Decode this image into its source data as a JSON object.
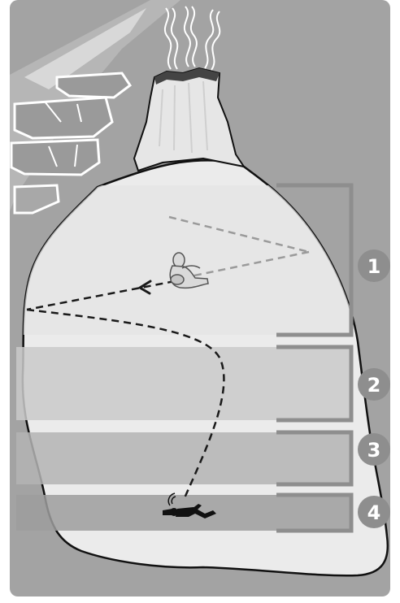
{
  "colors": {
    "background": "#a3a3a3",
    "cave": "#ebebeb",
    "band_light": "#e4e4e4",
    "band_mid": "#cacaca",
    "band_dark": "#b4b4b4",
    "band_darkest": "#9e9e9e",
    "badge": "#8e8e8e",
    "path_dark": "#1a1a1a",
    "path_light": "#9a9a9a"
  },
  "zones": [
    {
      "number": "1"
    },
    {
      "number": "2"
    },
    {
      "number": "3"
    },
    {
      "number": "4"
    }
  ],
  "icons": {
    "climber_top": "person-lying-icon",
    "climber_bottom": "person-fallen-icon",
    "signal": "signal-waves-icon",
    "arrow": "arrow-left-icon",
    "steam": "steam-icon"
  }
}
